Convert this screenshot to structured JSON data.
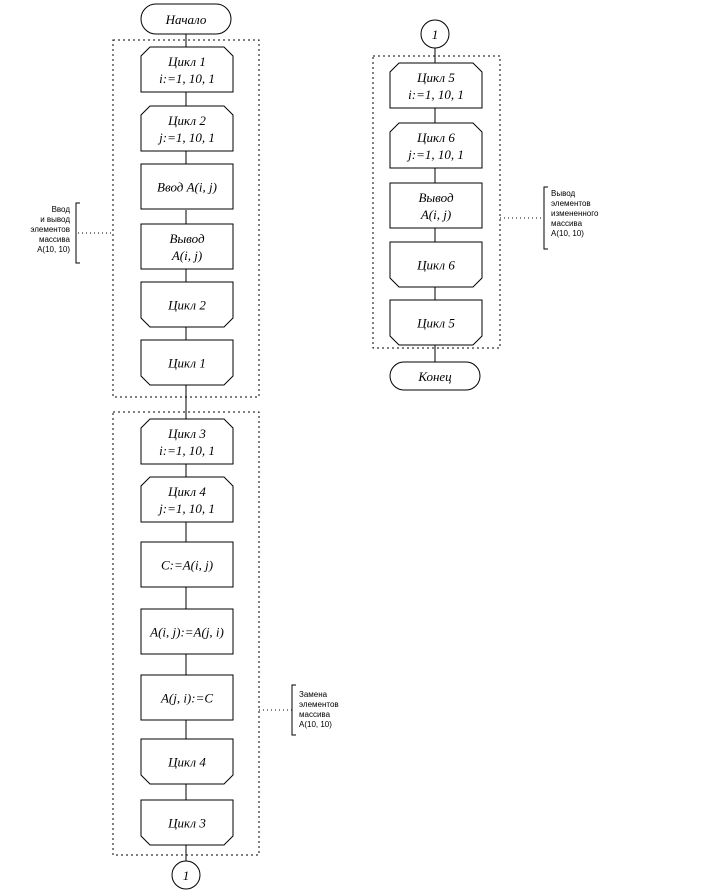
{
  "start": "Начало",
  "end": "Конец",
  "connector": "1",
  "colors": {
    "stroke": "#000000",
    "fill": "#ffffff"
  },
  "blocks": [
    {
      "lines": [
        "Цикл 1",
        "i:=1, 10, 1"
      ],
      "shape": "loop-begin"
    },
    {
      "lines": [
        "Цикл 2",
        "j:=1, 10, 1"
      ],
      "shape": "loop-begin"
    },
    {
      "lines": [
        "Ввод A(i, j)"
      ],
      "shape": "process"
    },
    {
      "lines": [
        "Вывод",
        "A(i, j)"
      ],
      "shape": "process"
    },
    {
      "lines": [
        "Цикл 2"
      ],
      "shape": "loop-end"
    },
    {
      "lines": [
        "Цикл 1"
      ],
      "shape": "loop-end"
    },
    {
      "lines": [
        "Цикл 3",
        "i:=1, 10, 1"
      ],
      "shape": "loop-begin"
    },
    {
      "lines": [
        "Цикл 4",
        "j:=1, 10, 1"
      ],
      "shape": "loop-begin"
    },
    {
      "lines": [
        "C:=A(i, j)"
      ],
      "shape": "process"
    },
    {
      "lines": [
        "A(i, j):=A(j, i)"
      ],
      "shape": "process"
    },
    {
      "lines": [
        "A(j, i):=C"
      ],
      "shape": "process"
    },
    {
      "lines": [
        "Цикл 4"
      ],
      "shape": "loop-end"
    },
    {
      "lines": [
        "Цикл 3"
      ],
      "shape": "loop-end"
    },
    {
      "lines": [
        "Цикл 5",
        "i:=1, 10, 1"
      ],
      "shape": "loop-begin"
    },
    {
      "lines": [
        "Цикл 6",
        "j:=1, 10, 1"
      ],
      "shape": "loop-begin"
    },
    {
      "lines": [
        "Вывод",
        "A(i, j)"
      ],
      "shape": "process"
    },
    {
      "lines": [
        "Цикл 6"
      ],
      "shape": "loop-end"
    },
    {
      "lines": [
        "Цикл 5"
      ],
      "shape": "loop-end"
    }
  ],
  "notes": [
    {
      "lines": [
        "Ввод",
        "и вывод",
        "элементов",
        "массива",
        "A(10, 10)"
      ]
    },
    {
      "lines": [
        "Замена",
        "элементов",
        "массива",
        "A(10, 10)"
      ]
    },
    {
      "lines": [
        "Вывод",
        "элементов",
        "измененного",
        "массива",
        "A(10, 10)"
      ]
    }
  ]
}
